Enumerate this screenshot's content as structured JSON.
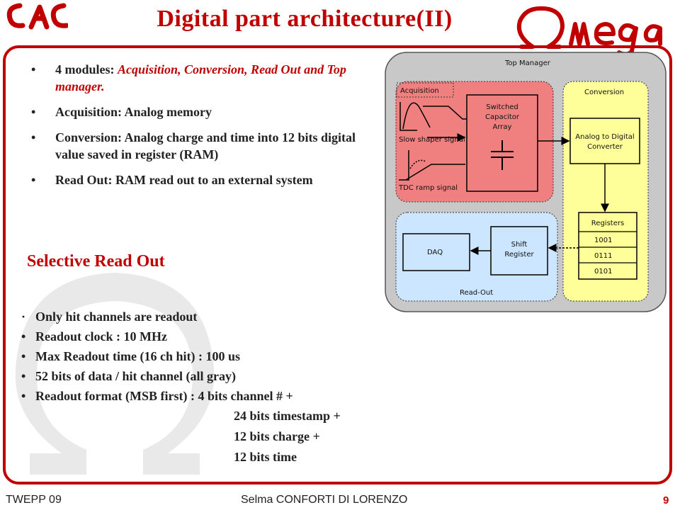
{
  "header": {
    "title": "Digital part architecture(II)",
    "left_logo_icon": "lal-logo-icon",
    "right_logo_icon": "omega-logo-icon"
  },
  "top_bullets": [
    {
      "bullet": "•",
      "prefix": "4 modules: ",
      "highlight": "Acquisition, Conversion, Read Out and Top manager."
    },
    {
      "bullet": "•",
      "text": "Acquisition: Analog memory"
    },
    {
      "bullet": "•",
      "text": "Conversion: Analog charge and time into 12 bits digital value saved in register (RAM)"
    },
    {
      "bullet": "•",
      "text": "Read Out: RAM read out to an external system"
    }
  ],
  "selective": {
    "heading": "Selective Read Out",
    "items": [
      {
        "bullet": "·",
        "text": "Only hit channels are readout"
      },
      {
        "bullet": "•",
        "text": "Readout clock : 10 MHz"
      },
      {
        "bullet": "•",
        "text": "Max Readout time (16 ch hit) : 100 us"
      },
      {
        "bullet": "•",
        "text": "52 bits of data / hit channel (all gray)"
      },
      {
        "bullet": "•",
        "text": "Readout format (MSB first) : 4 bits channel # +"
      }
    ],
    "continuation": [
      "24 bits timestamp +",
      "12 bits charge +",
      "12 bits time"
    ]
  },
  "diagram": {
    "top_manager": "Top Manager",
    "acquisition": "Acquisition",
    "sca": [
      "Switched",
      "Capacitor",
      "Array"
    ],
    "slow_shaper": "Slow shaper signal",
    "tdc_ramp": "TDC ramp signal",
    "conversion": "Conversion",
    "adc": [
      "Analog to Digital",
      "Converter"
    ],
    "registers": "Registers",
    "register_values": [
      "1001",
      "0111",
      "0101"
    ],
    "shift_register": [
      "Shift",
      "Register"
    ],
    "daq": "DAQ",
    "readout": "Read-Out",
    "colors": {
      "acquisition": "#f08080",
      "conversion": "#ffff99",
      "readout": "#cce6ff",
      "top_manager": "#c8c8c8"
    }
  },
  "watermark_icon": "omega-watermark-icon",
  "footer": {
    "left": "TWEPP 09",
    "center": "Selma CONFORTI DI LORENZO",
    "page": "9"
  },
  "theme": {
    "accent": "#c00000"
  }
}
